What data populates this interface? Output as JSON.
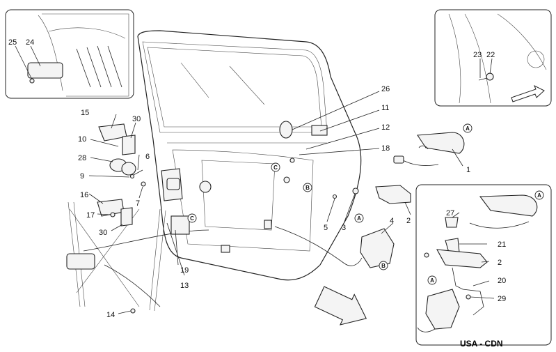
{
  "callouts": {
    "c1": "1",
    "c2": "2",
    "c3": "3",
    "c4": "4",
    "c5": "5",
    "c6": "6",
    "c7": "7",
    "c9": "9",
    "c10": "10",
    "c11": "11",
    "c12": "12",
    "c13": "13",
    "c14": "14",
    "c15": "15",
    "c16": "16",
    "c17": "17",
    "c18": "18",
    "c19": "19",
    "c20": "20",
    "c21": "21",
    "c2b": "2",
    "c22": "22",
    "c23": "23",
    "c24": "24",
    "c25": "25",
    "c26": "26",
    "c27": "27",
    "c28": "28",
    "c29": "29",
    "c30a": "30",
    "c30b": "30"
  },
  "ref_tags": {
    "a": "A",
    "b": "B",
    "c": "C"
  },
  "region_label": "USA - CDN"
}
